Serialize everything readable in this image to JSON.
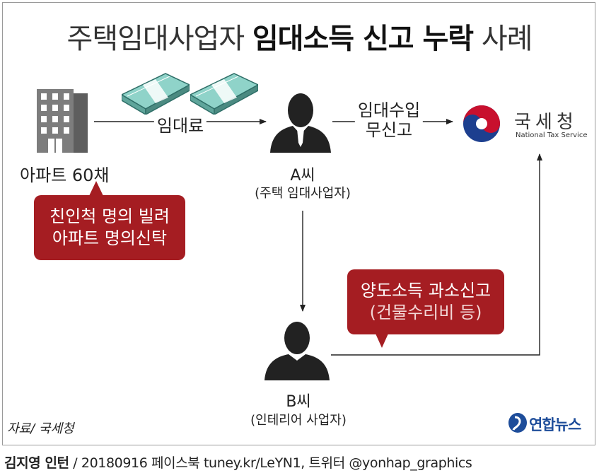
{
  "title": {
    "normal": "주택임대사업자 ",
    "bold": "임대소득 신고 누락",
    "tail": " 사례"
  },
  "nodes": {
    "apartment": "아파트 60채",
    "person_a": {
      "name": "A씨",
      "role": "(주택 임대사업자)"
    },
    "person_b": {
      "name": "B씨",
      "role": "(인테리어 사업자)"
    },
    "nts": {
      "name": "국세청",
      "english": "National Tax Service"
    }
  },
  "edges": {
    "rent": "임대료",
    "unreported": [
      "임대수입",
      "무신고"
    ]
  },
  "callouts": {
    "borrowed_names": [
      "친인척 명의 빌려",
      "아파트 명의신탁"
    ],
    "overreport": [
      "양도소득 과소신고",
      "(건물수리비 등)"
    ]
  },
  "source": "자료/ 국세청",
  "logo": "연합뉴스",
  "footer": {
    "author": "김지영 인턴",
    "rest": " / 20180916  페이스북 tuney.kr/LeYN1, 트위터 @yonhap_graphics"
  },
  "colors": {
    "accent": "#a51d22",
    "nts_red": "#c8102e",
    "nts_blue": "#1d3f8f",
    "yonhap_blue": "#1e4d9a"
  }
}
